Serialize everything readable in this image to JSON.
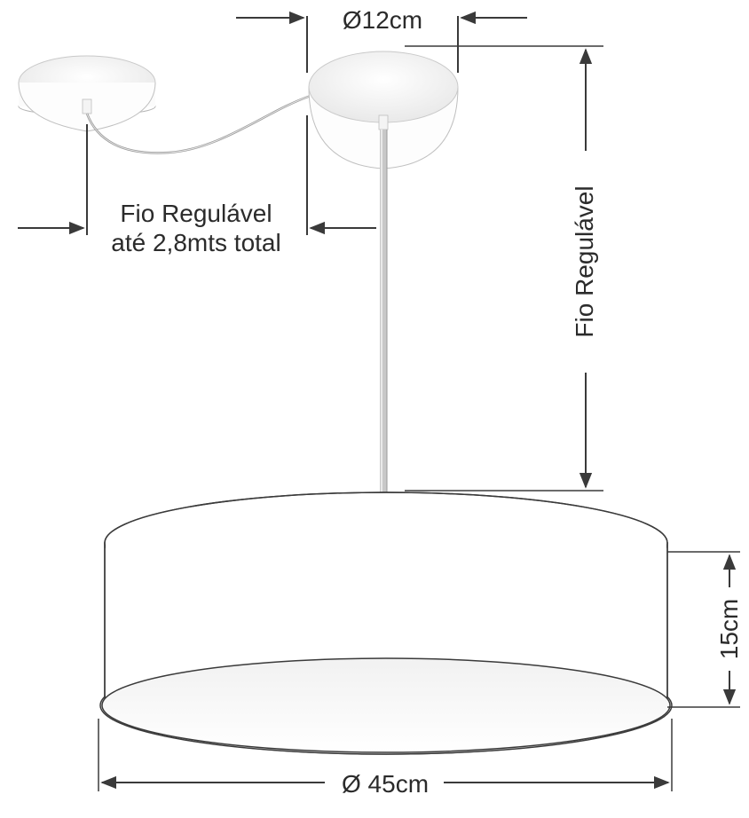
{
  "labels": {
    "canopy_diameter": "Ø12cm",
    "horizontal_cable_line1": "Fio Regulável",
    "horizontal_cable_line2": "até 2,8mts total",
    "vertical_cable": "Fio Regulável",
    "shade_height": "15cm",
    "shade_diameter": "Ø 45cm"
  },
  "colors": {
    "dimension_lines": "#3a3a3a",
    "fixture_outline": "#3a3a3a",
    "fixture_fill": "#ffffff",
    "cable": "#9a9a9a"
  }
}
